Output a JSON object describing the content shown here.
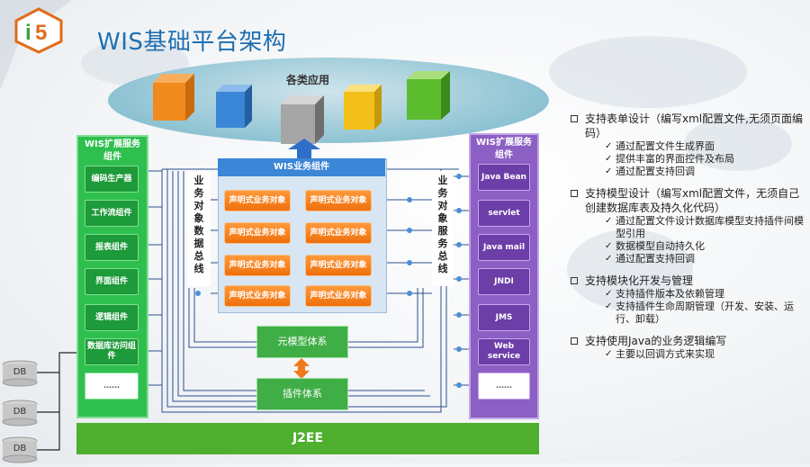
{
  "logo": {
    "text": "i5"
  },
  "page": {
    "title": "WIS基础平台架构"
  },
  "apps": {
    "label": "各类应用",
    "cube_colors": [
      "#f08a1c",
      "#3a86d6",
      "#9a9a9a",
      "#f3c019",
      "#5bbd2e"
    ]
  },
  "left_column": {
    "title": "WIS扩展服务组件",
    "items": [
      "编码生产器",
      "工作流组件",
      "报表组件",
      "界面组件",
      "逻辑组件",
      "数据库访问组件",
      "……"
    ]
  },
  "right_column": {
    "title": "WIS扩展服务组件",
    "items": [
      "Java Bean",
      "servlet",
      "Java mail",
      "JNDI",
      "JMS",
      "Web service",
      "……"
    ]
  },
  "core": {
    "title": "WIS业务组件",
    "objects": [
      "声明式业务对象",
      "声明式业务对象",
      "声明式业务对象",
      "声明式业务对象",
      "声明式业务对象",
      "声明式业务对象",
      "声明式业务对象",
      "声明式业务对象"
    ]
  },
  "bus": {
    "left": "业务对象数据总线",
    "right": "业务对象服务总线"
  },
  "meta_model": "元模型体系",
  "plugin_system": "插件体系",
  "j2ee": "J2EE",
  "databases": [
    "DB",
    "DB",
    "DB"
  ],
  "features": [
    {
      "title": "支持表单设计（编写xml配置文件,无须页面编码）",
      "items": [
        "通过配置文件生成界面",
        "提供丰富的界面控件及布局",
        "通过配置支持回调"
      ]
    },
    {
      "title": "支持模型设计（编写xml配置文件，无须自己创建数据库表及持久化代码）",
      "items": [
        "通过配置文件设计数据库模型支持插件间模型引用",
        "数据模型自动持久化",
        "通过配置支持回调"
      ]
    },
    {
      "title": "支持模块化开发与管理",
      "items": [
        "支持插件版本及依赖管理",
        "支持插件生命周期管理（开发、安装、运行、卸载）"
      ]
    },
    {
      "title": "支持使用Java的业务逻辑编写",
      "items": [
        "主要以回调方式来实现"
      ]
    }
  ],
  "colors": {
    "title_blue": "#1f6fb0",
    "green": "#2fbf4f",
    "purple": "#8c5fc4",
    "orange": "#ee6f0d",
    "core_blue": "#3b86d6"
  }
}
